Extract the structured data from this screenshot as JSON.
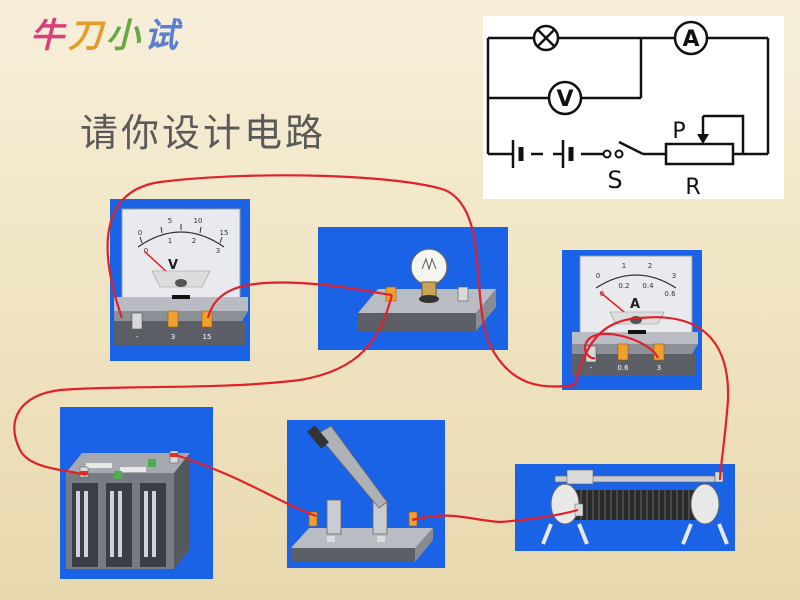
{
  "slide": {
    "title_chars": [
      "牛",
      "刀",
      "小",
      "试"
    ],
    "subtitle": "请你设计电路"
  },
  "schematic": {
    "ammeter_label": "A",
    "voltmeter_label": "V",
    "switch_label": "S",
    "slider_label": "P",
    "rheostat_label": "R"
  },
  "voltmeter": {
    "label": "V",
    "scale_top": [
      "0",
      "5",
      "10",
      "15"
    ],
    "scale_bottom": [
      "0",
      "1",
      "2",
      "3"
    ],
    "terminals": [
      "-",
      "3",
      "15"
    ]
  },
  "ammeter": {
    "label": "A",
    "scale_top": [
      "0",
      "1",
      "2",
      "3"
    ],
    "scale_bottom": [
      "0",
      "0.2",
      "0.4",
      "0.6"
    ],
    "terminals": [
      "-",
      "0.6",
      "3"
    ]
  },
  "colors": {
    "panel": "#1a63e6",
    "wire": "#e0202a",
    "schematic_line": "#111111"
  }
}
